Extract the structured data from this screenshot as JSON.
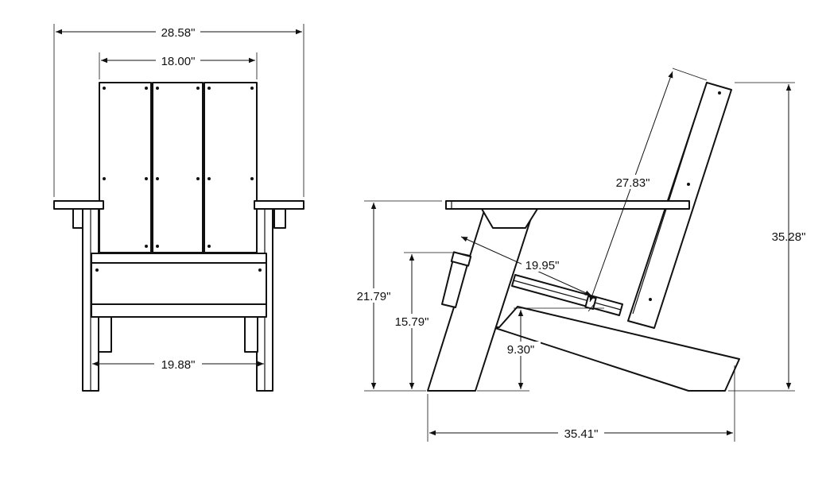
{
  "drawing": {
    "front_view": {
      "overall_width": "28.58\"",
      "back_width": "18.00\"",
      "inner_width": "19.88\""
    },
    "side_view": {
      "back_length": "27.83\"",
      "overall_height": "35.28\"",
      "arm_height": "21.79\"",
      "seat_front_height": "15.79\"",
      "seat_depth": "19.95\"",
      "seat_rear_height": "9.30\"",
      "overall_depth": "35.41\""
    },
    "colors": {
      "line": "#111111",
      "background": "#ffffff"
    }
  }
}
